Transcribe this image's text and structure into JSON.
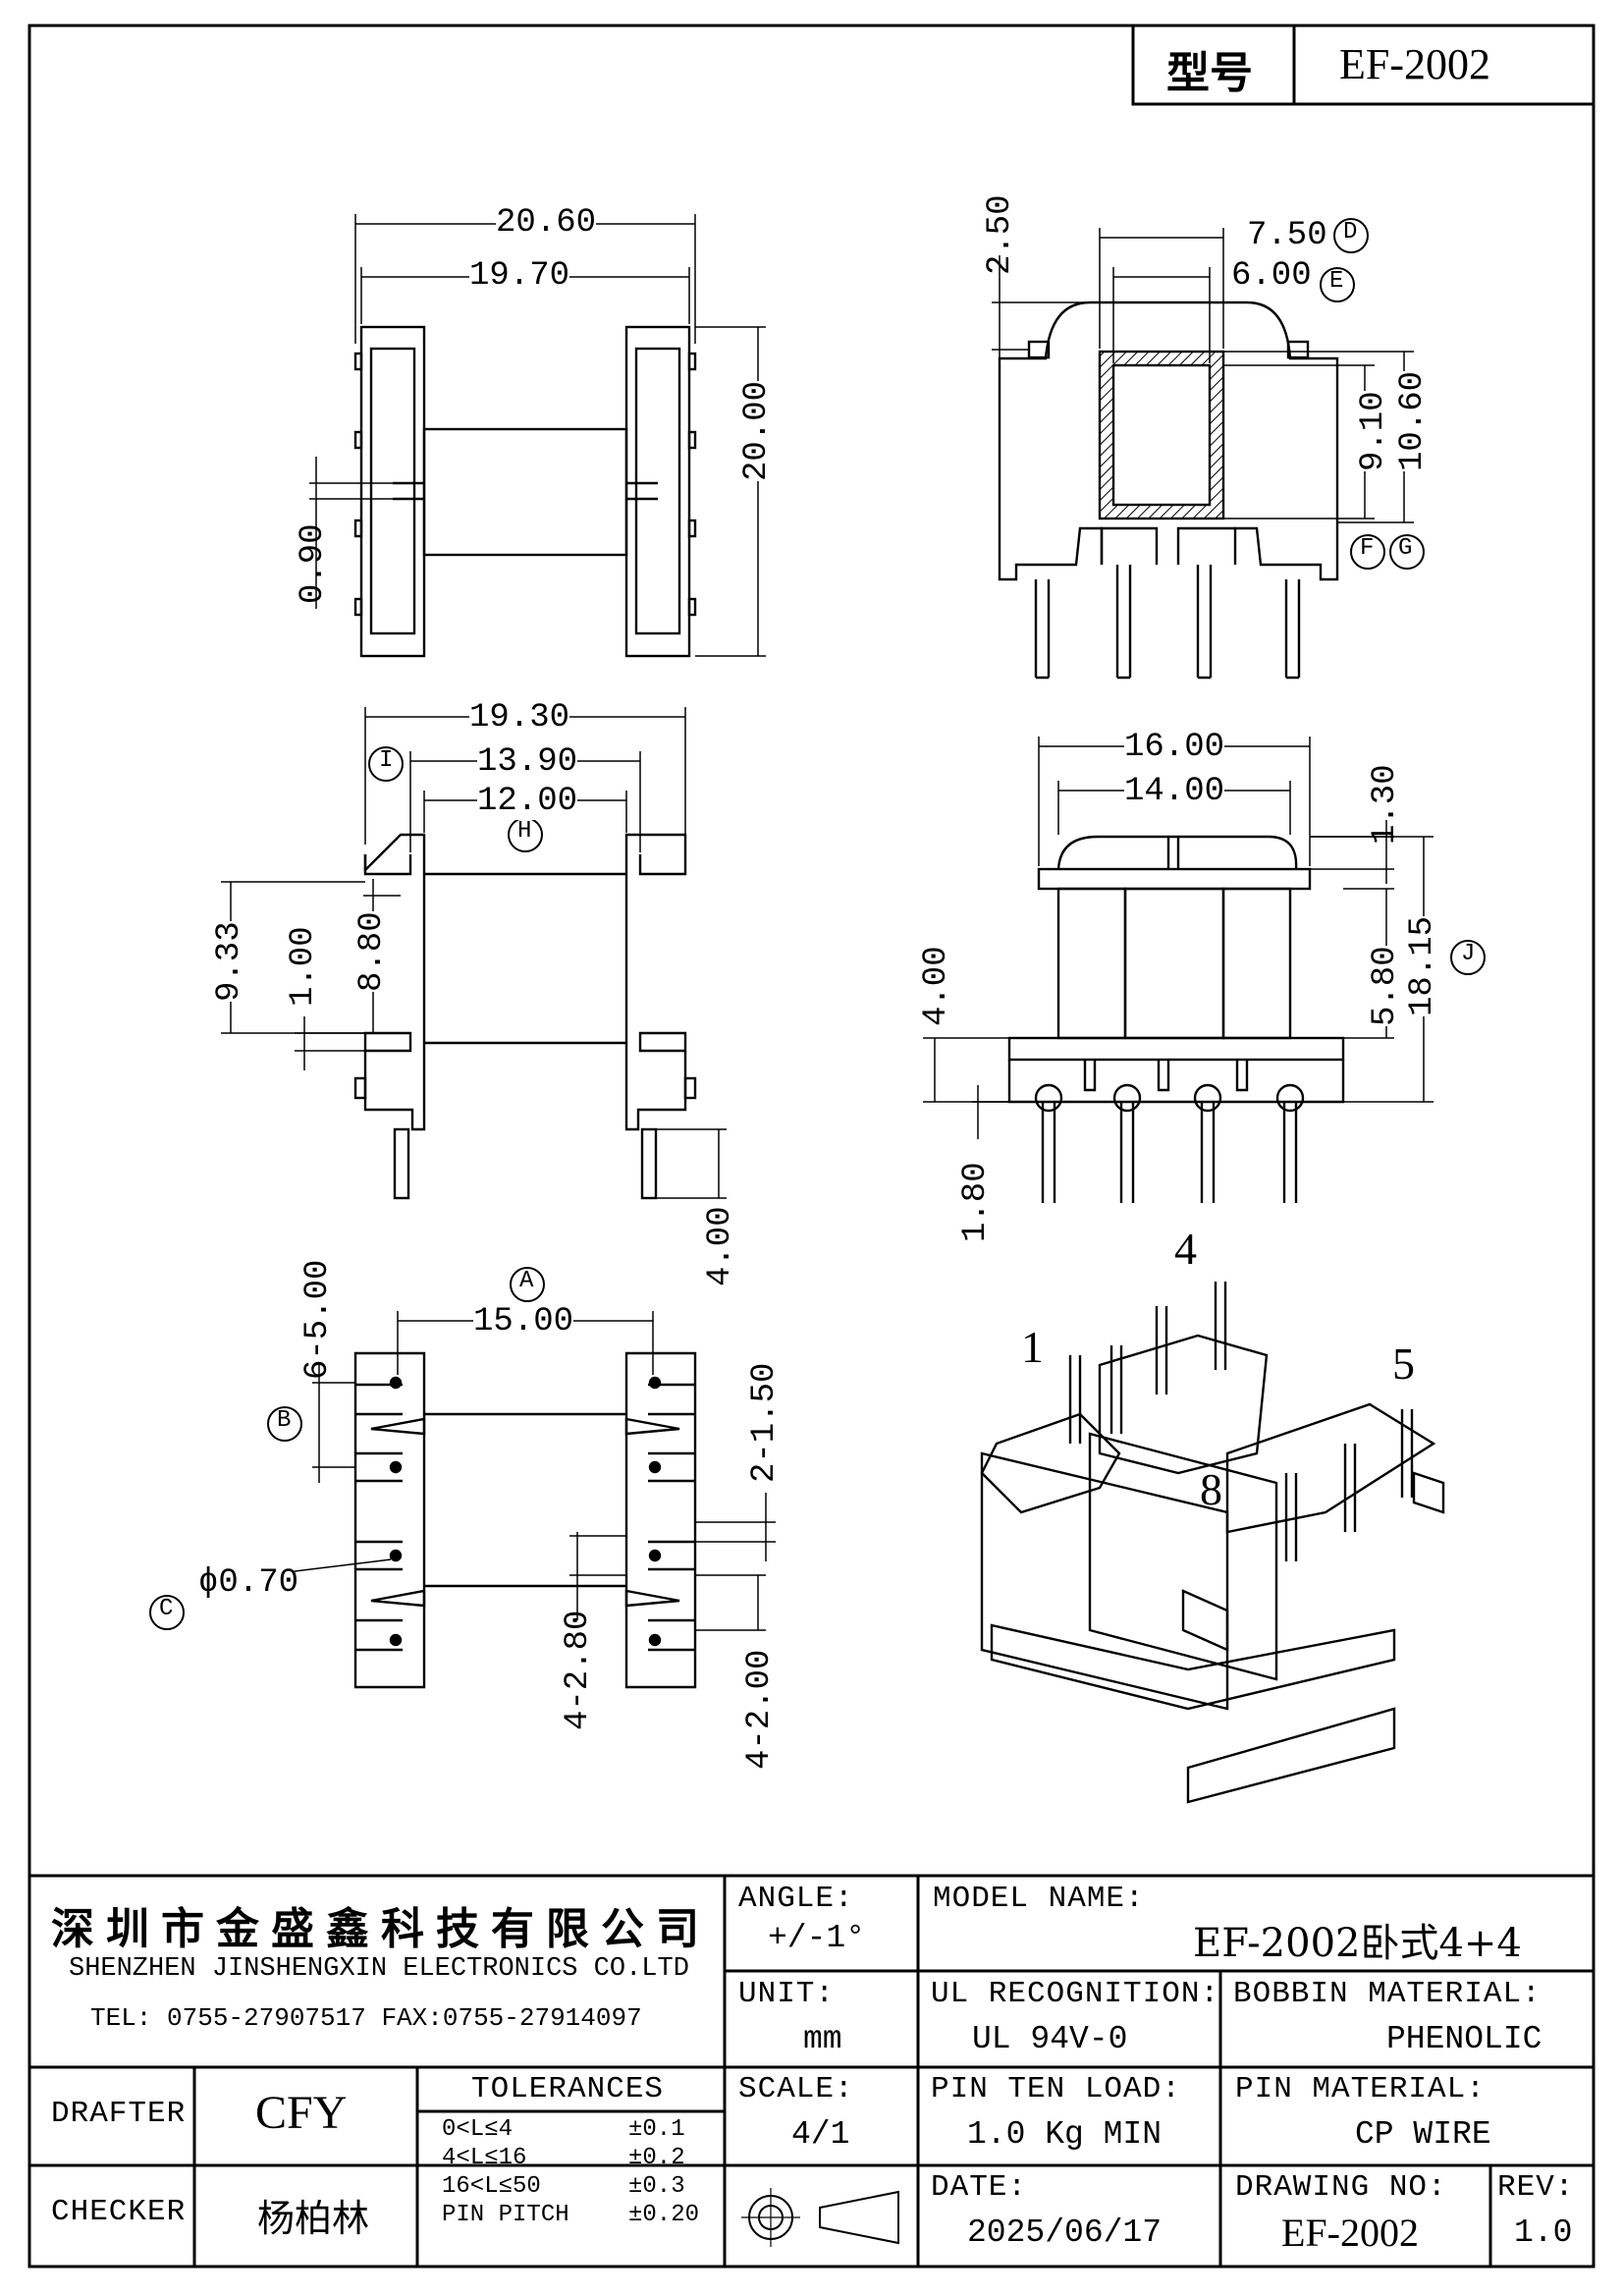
{
  "title_block": {
    "type_label": "型号",
    "type_value": "EF-2002"
  },
  "views": {
    "top_left": {
      "d1": "20.60",
      "d2": "19.70",
      "d3": "20.00",
      "d4": "0.90"
    },
    "top_right": {
      "d1": "2.50",
      "d2": "7.50",
      "d2_tag": "D",
      "d3": "6.00",
      "d3_tag": "E",
      "d4": "9.10",
      "d5": "10.60",
      "tag_f": "F",
      "tag_g": "G"
    },
    "mid_left": {
      "d1": "19.30",
      "d2": "13.90",
      "tag_i": "I",
      "d3": "12.00",
      "tag_h": "H",
      "d4": "9.33",
      "d5": "8.80",
      "d6": "1.00",
      "d7": "4.00"
    },
    "mid_right": {
      "d1": "16.00",
      "d2": "14.00",
      "d3": "1.30",
      "d4": "5.80",
      "d5": "18.15",
      "tag_j": "J",
      "d6": "4.00",
      "d7": "1.80"
    },
    "bottom_left": {
      "tag_a": "A",
      "d1": "15.00",
      "d2": "6-5.00",
      "tag_b": "B",
      "d3": "2-1.50",
      "tag_c": "C",
      "d4": "ϕ0.70",
      "d5": "4-2.80",
      "d6": "4-2.00"
    },
    "iso": {
      "pin1": "1",
      "pin4": "4",
      "pin5": "5",
      "pin8": "8"
    }
  },
  "footer": {
    "company_cn": "深圳市金盛鑫科技有限公司",
    "company_en": "SHENZHEN JINSHENGXIN ELECTRONICS CO.LTD",
    "contact": "TEL: 0755-27907517   FAX:0755-27914097",
    "angle_label": "ANGLE:",
    "angle_value": "+/-1°",
    "model_label": "MODEL NAME:",
    "model_value": "EF-2002卧式4+4",
    "unit_label": "UNIT:",
    "unit_value": "mm",
    "ul_label": "UL RECOGNITION:",
    "ul_value": "UL 94V-0",
    "bobbin_label": "BOBBIN MATERIAL:",
    "bobbin_value": "PHENOLIC",
    "drafter_label": "DRAFTER",
    "drafter_value": "CFY",
    "tolerances_label": "TOLERANCES",
    "tol": [
      {
        "range": "0<L≤4",
        "value": "±0.1"
      },
      {
        "range": "4<L≤16",
        "value": "±0.2"
      },
      {
        "range": "16<L≤50",
        "value": "±0.3"
      },
      {
        "range": "PIN PITCH",
        "value": "±0.20"
      }
    ],
    "scale_label": "SCALE:",
    "scale_value": "4/1",
    "pin_load_label": "PIN TEN LOAD:",
    "pin_load_value": "1.0 Kg MIN",
    "pin_mat_label": "PIN MATERIAL:",
    "pin_mat_value": "CP WIRE",
    "checker_label": "CHECKER",
    "checker_value": "杨柏林",
    "date_label": "DATE:",
    "date_value": "2025/06/17",
    "drawing_no_label": "DRAWING NO:",
    "drawing_no_value": "EF-2002",
    "rev_label": "REV:",
    "rev_value": "1.0"
  }
}
